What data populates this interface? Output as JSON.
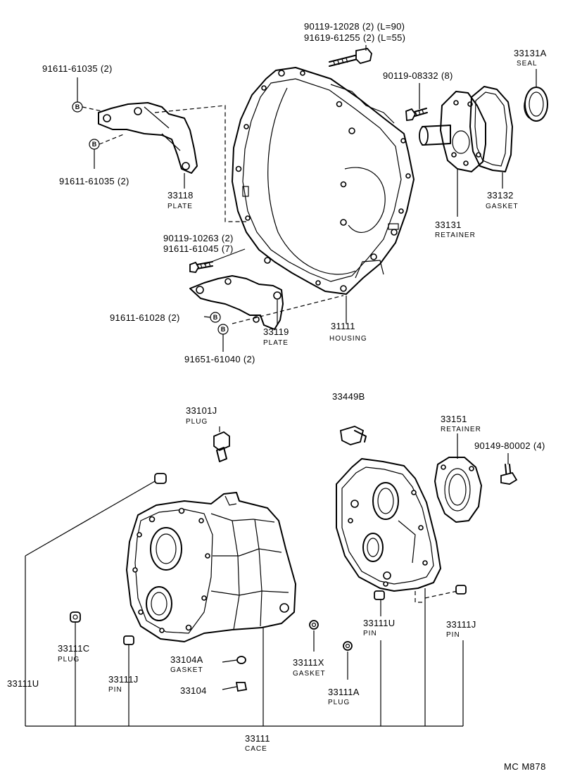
{
  "callouts": {
    "c_90119_12028": "90119-12028 (2) (L=90)",
    "c_91619_61255": "91619-61255 (2) (L=55)",
    "c_33131A": "33131A",
    "c_seal": "SEAL",
    "c_91611_61035_top": "91611-61035 (2)",
    "c_90119_08332": "90119-08332 (8)",
    "c_91611_61035_bot": "91611-61035 (2)",
    "c_33118": "33118",
    "c_plate_33118": "PLATE",
    "c_33132": "33132",
    "c_gasket_33132": "GASKET",
    "c_33131": "33131",
    "c_retainer_33131": "RETAINER",
    "c_90119_10263": "90119-10263 (2)",
    "c_91611_61045": "91611-61045 (7)",
    "c_91611_61028": "91611-61028 (2)",
    "c_33119": "33119",
    "c_plate_33119": "PLATE",
    "c_31111": "31111",
    "c_housing": "HOUSING",
    "c_91651_61040": "91651-61040 (2)",
    "c_33101J": "33101J",
    "c_plug_33101J": "PLUG",
    "c_33449B": "33449B",
    "c_33151": "33151",
    "c_retainer_33151": "RETAINER",
    "c_90149_80002": "90149-80002 (4)",
    "c_33111U_left": "33111U",
    "c_33111C": "33111C",
    "c_plug_33111C": "PLUG",
    "c_33111J_left": "33111J",
    "c_pin_33111J_left": "PIN",
    "c_33104A": "33104A",
    "c_gasket_33104A": "GASKET",
    "c_33104": "33104",
    "c_33111X": "33111X",
    "c_gasket_33111X": "GASKET",
    "c_33111A": "33111A",
    "c_plug_33111A": "PLUG",
    "c_33111U_right": "33111U",
    "c_pin_33111U_right": "PIN",
    "c_33111J_right": "33111J",
    "c_pin_33111J_right": "PIN",
    "c_33111": "33111",
    "c_case": "CACE",
    "b_mark": "B"
  },
  "footer": {
    "code": "MC  M878"
  }
}
